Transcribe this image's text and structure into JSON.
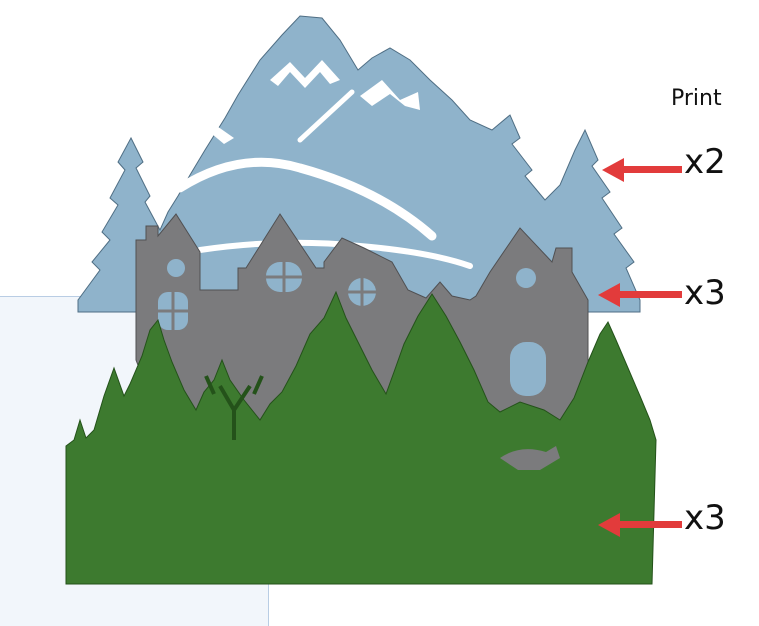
{
  "header": {
    "label": "Print"
  },
  "layers": [
    {
      "name": "mountain-layer",
      "count": "x2",
      "color": "#8fb3cb"
    },
    {
      "name": "village-layer",
      "count": "x3",
      "color": "#7b7b7d"
    },
    {
      "name": "forest-layer",
      "count": "x3",
      "color": "#3d7a2f"
    }
  ],
  "colors": {
    "arrow": "#e23b3b",
    "background_panel": "#f2f6fb"
  }
}
